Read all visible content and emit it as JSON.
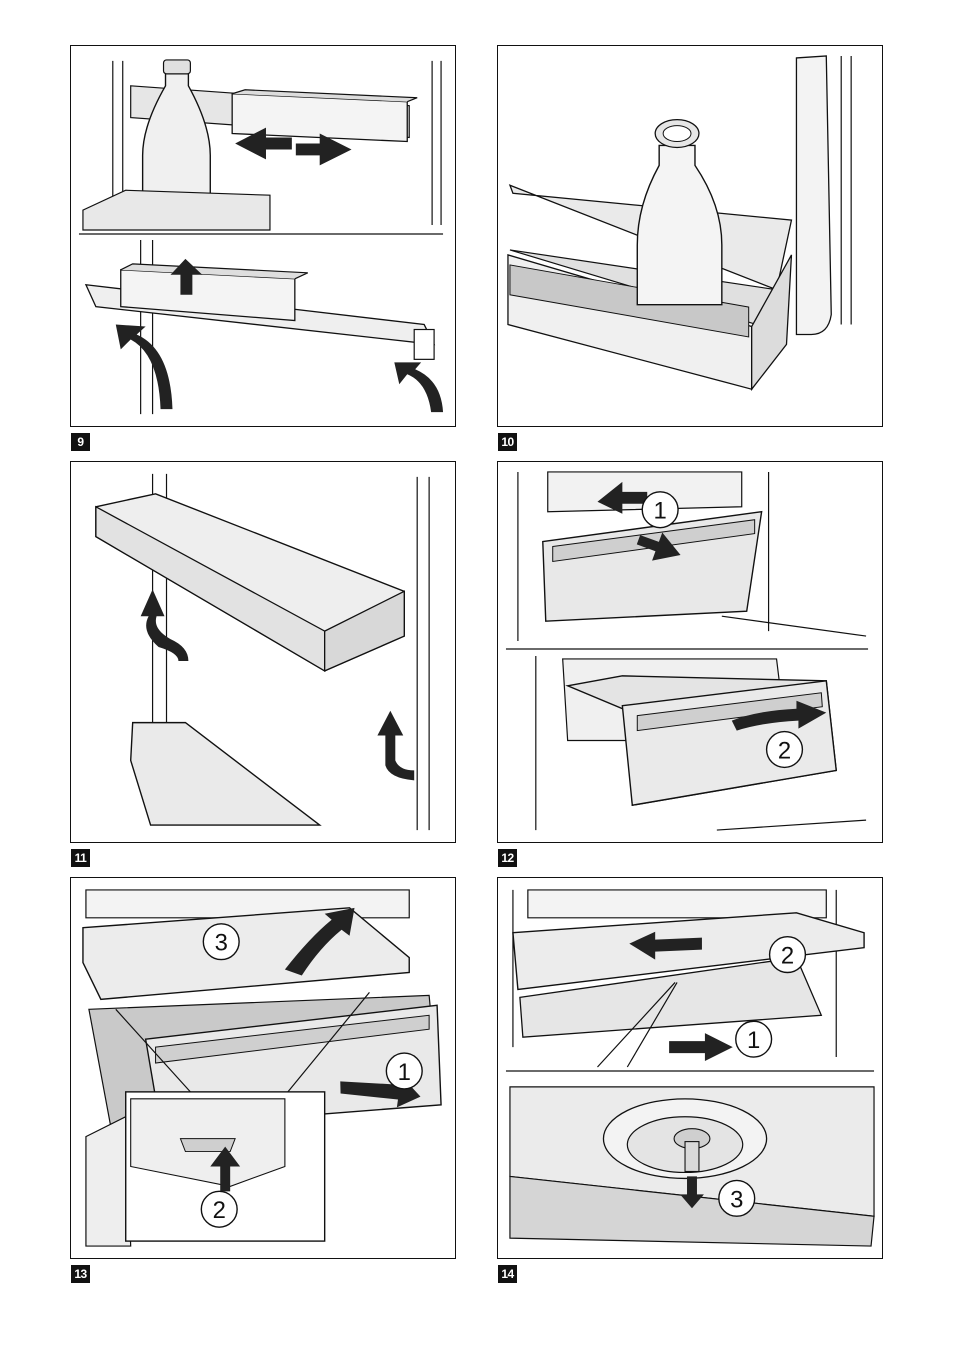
{
  "figures": [
    {
      "label": "9"
    },
    {
      "label": "10"
    },
    {
      "label": "11"
    },
    {
      "label": "12",
      "callouts": [
        "1",
        "2"
      ]
    },
    {
      "label": "13",
      "callouts": [
        "3",
        "1",
        "2"
      ]
    },
    {
      "label": "14",
      "callouts": [
        "2",
        "1",
        "3"
      ]
    }
  ],
  "colors": {
    "line": "#111111",
    "tray": "#e6e6e6",
    "shadow": "#bdbdbd",
    "label_bg": "#111111"
  },
  "icons": [
    "arrow-icon",
    "bottle-icon",
    "shelf-icon",
    "drawer-icon"
  ]
}
